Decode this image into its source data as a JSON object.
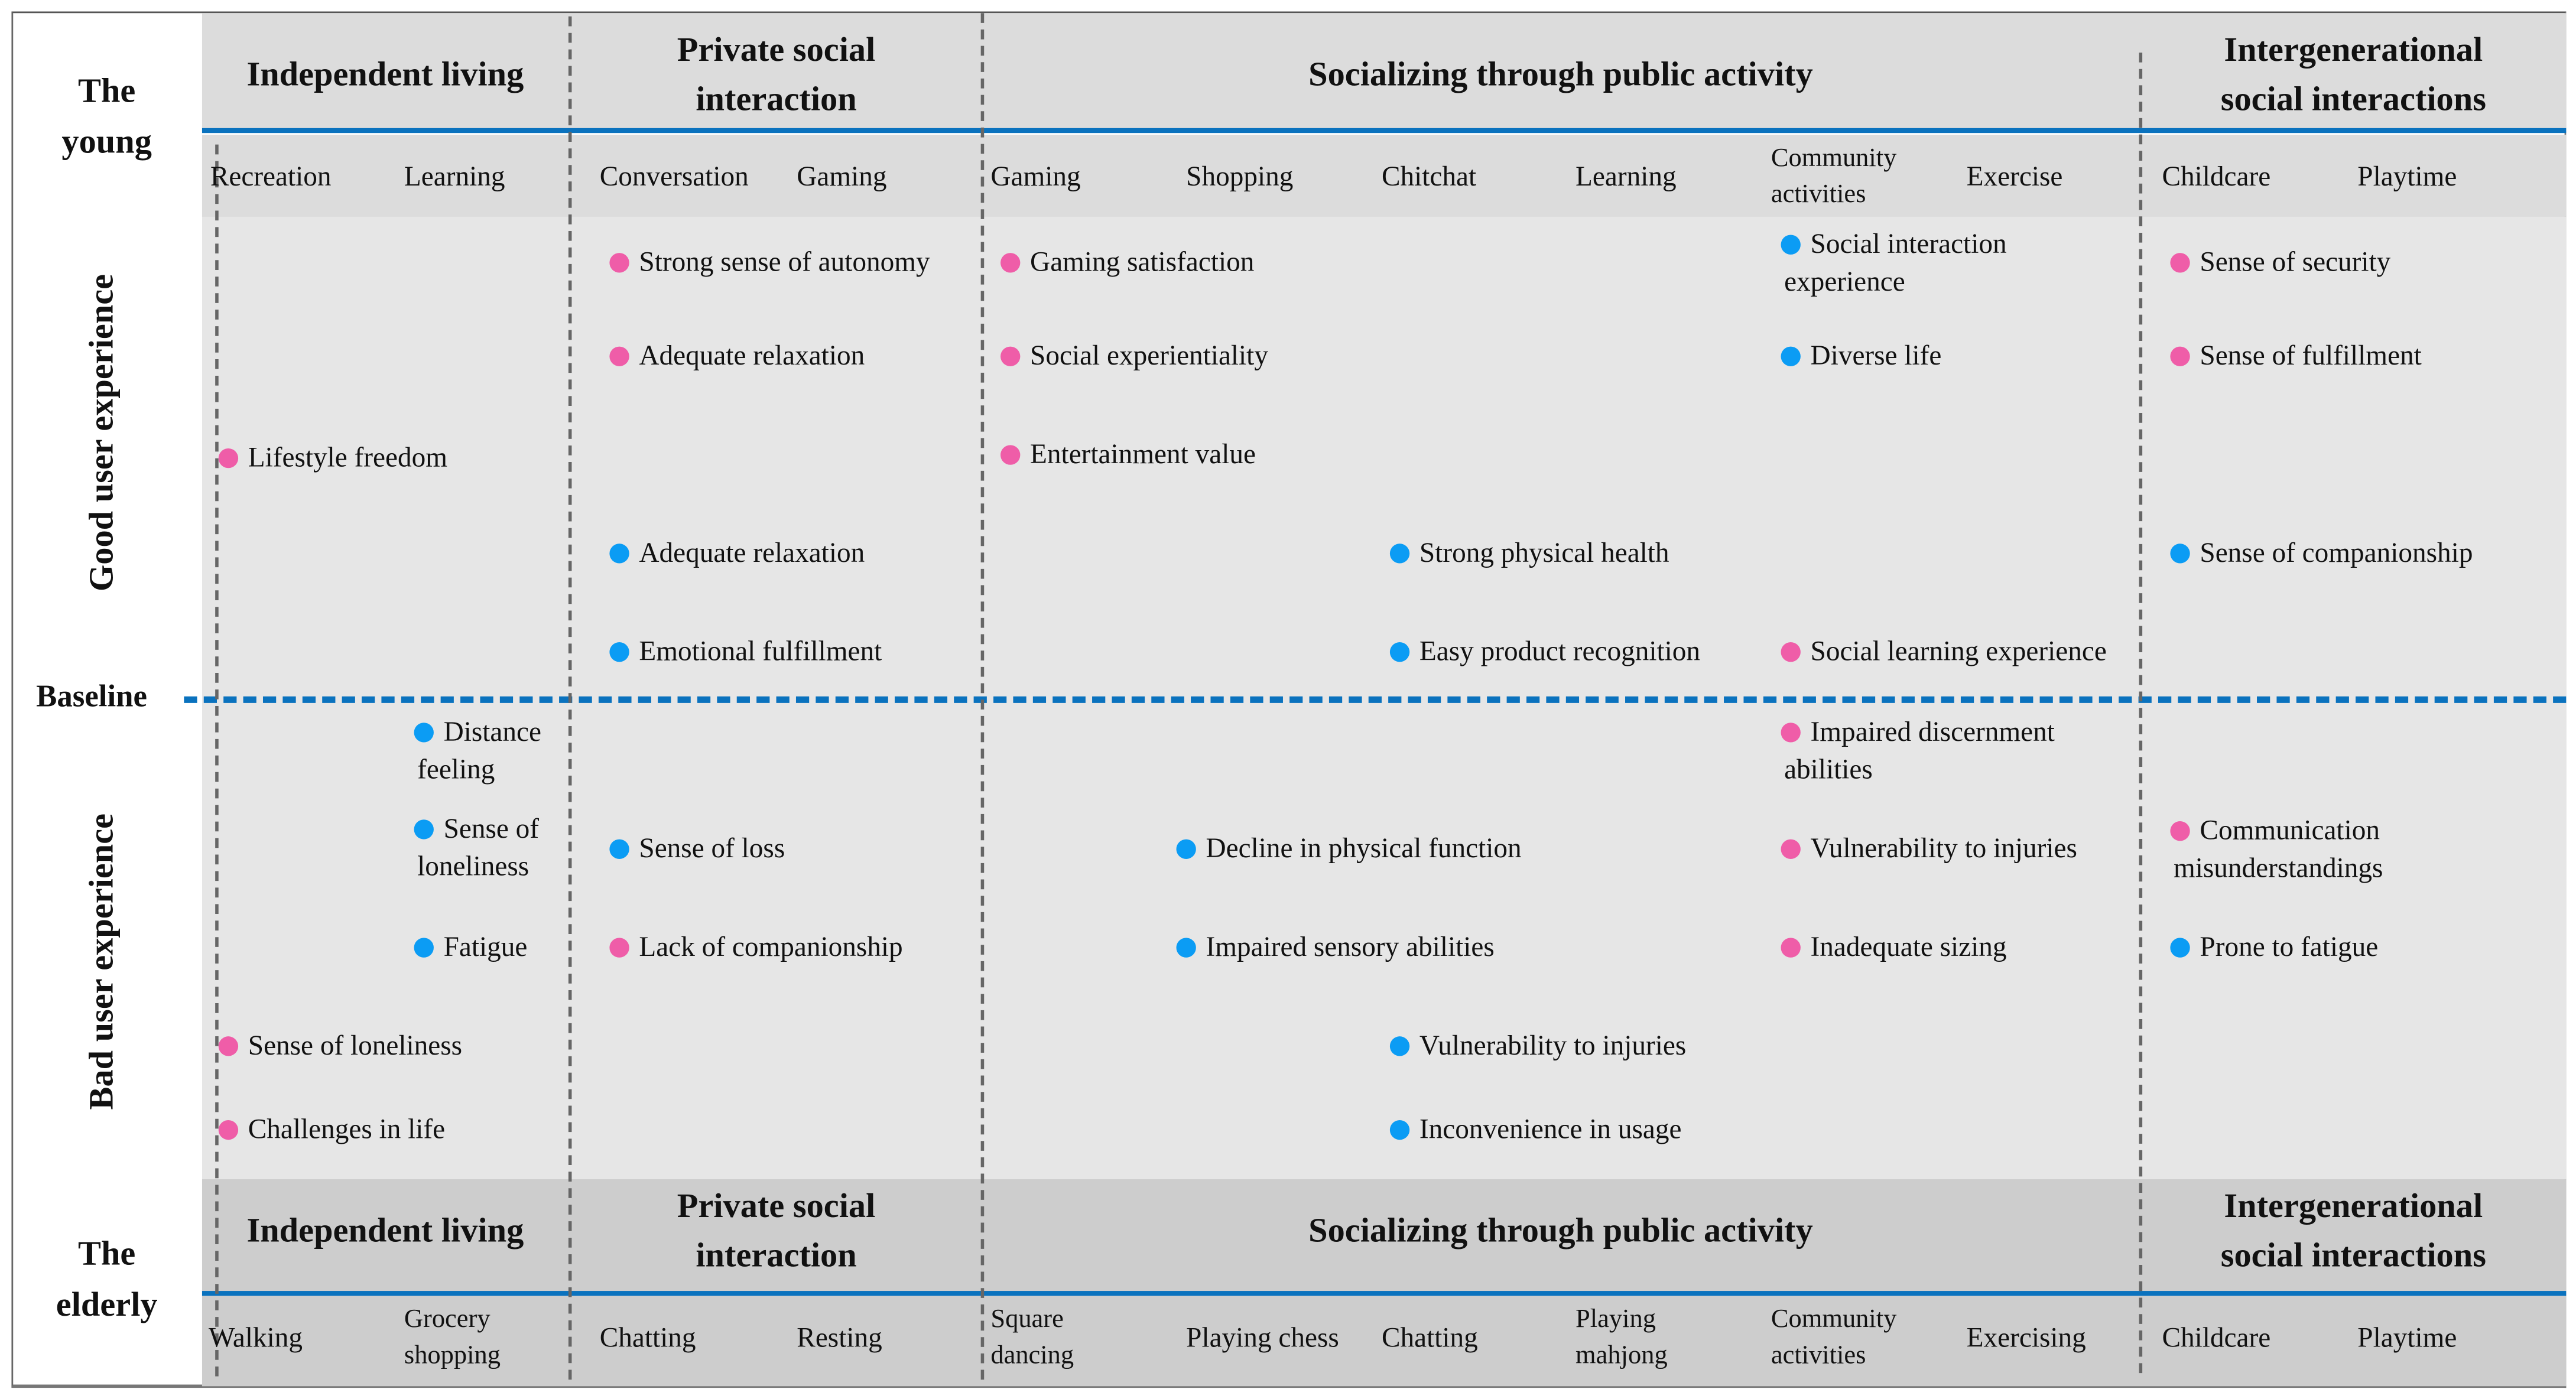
{
  "diagram": {
    "colors": {
      "pink_dot": "#ef5da8",
      "blue_dot": "#0b9cf4",
      "accent_line": "#0a72be",
      "header_band_top": "#dcdcdc",
      "body_band": "#e6e6e6",
      "header_band_bottom": "#cdcdcd"
    },
    "side": {
      "young": "The young",
      "young_line1": "The",
      "young_line2": "young",
      "good": "Good user experience",
      "baseline": "Baseline",
      "bad": "Bad user experience",
      "elderly_line1": "The",
      "elderly_line2": "elderly"
    },
    "categories": [
      {
        "title": "Independent living",
        "young_activities": [
          "Recreation",
          "Learning"
        ],
        "elderly_activities": [
          "Walking",
          "Grocery shopping"
        ]
      },
      {
        "title": "Private social interaction",
        "title_line1": "Private social",
        "title_line2": "interaction",
        "young_activities": [
          "Conversation",
          "Gaming"
        ],
        "elderly_activities": [
          "Chatting",
          "Resting"
        ]
      },
      {
        "title": "Socializing through public activity",
        "young_activities": [
          "Gaming",
          "Shopping",
          "Chitchat",
          "Learning",
          "Community activities",
          "Exercise"
        ],
        "elderly_activities": [
          "Square dancing",
          "Playing chess",
          "Chatting",
          "Playing mahjong",
          "Community activities",
          "Exercising"
        ]
      },
      {
        "title": "Intergenerational social interactions",
        "title_line1": "Intergenerational",
        "title_line2": "social interactions",
        "young_activities": [
          "Childcare",
          "Playtime"
        ],
        "elderly_activities": [
          "Childcare",
          "Playtime"
        ]
      }
    ],
    "young_sub": {
      "recreation": "Recreation",
      "learning": "Learning",
      "conversation": "Conversation",
      "gaming": "Gaming",
      "gaming2": "Gaming",
      "shopping": "Shopping",
      "chitchat": "Chitchat",
      "learning2": "Learning",
      "community_l1": "Community",
      "community_l2": "activities",
      "exercise": "Exercise",
      "childcare": "Childcare",
      "playtime": "Playtime"
    },
    "elderly_sub": {
      "walking": "Walking",
      "grocery_l1": "Grocery",
      "grocery_l2": "shopping",
      "chatting": "Chatting",
      "resting": "Resting",
      "square_l1": "Square",
      "square_l2": "dancing",
      "chess": "Playing chess",
      "chatting2": "Chatting",
      "mahjong_l1": "Playing",
      "mahjong_l2": "mahjong",
      "community_l1": "Community",
      "community_l2": "activities",
      "exercising": "Exercising",
      "childcare": "Childcare",
      "playtime": "Playtime"
    },
    "good_items": [
      {
        "text": "Lifestyle freedom",
        "color": "pink",
        "category": "Independent living"
      },
      {
        "text": "Strong sense of autonomy",
        "color": "pink",
        "category": "Private social interaction"
      },
      {
        "text": "Adequate relaxation",
        "color": "pink",
        "category": "Private social interaction"
      },
      {
        "text": "Adequate relaxation",
        "color": "blue",
        "category": "Private social interaction"
      },
      {
        "text": "Emotional fulfillment",
        "color": "blue",
        "category": "Private social interaction"
      },
      {
        "text": "Gaming satisfaction",
        "color": "pink",
        "category": "Socializing through public activity"
      },
      {
        "text": "Social experientiality",
        "color": "pink",
        "category": "Socializing through public activity"
      },
      {
        "text": "Entertainment value",
        "color": "pink",
        "category": "Socializing through public activity"
      },
      {
        "text": "Strong physical health",
        "color": "blue",
        "category": "Socializing through public activity"
      },
      {
        "text": "Easy product recognition",
        "color": "blue",
        "category": "Socializing through public activity"
      },
      {
        "text": "Social interaction experience",
        "line1": "Social interaction",
        "line2": "experience",
        "color": "blue",
        "category": "Socializing through public activity"
      },
      {
        "text": "Diverse life",
        "color": "blue",
        "category": "Socializing through public activity"
      },
      {
        "text": "Social learning experience",
        "color": "pink",
        "category": "Socializing through public activity"
      },
      {
        "text": "Sense of security",
        "color": "pink",
        "category": "Intergenerational social interactions"
      },
      {
        "text": "Sense of fulfillment",
        "color": "pink",
        "category": "Intergenerational social interactions"
      },
      {
        "text": "Sense of companionship",
        "color": "blue",
        "category": "Intergenerational social interactions"
      }
    ],
    "bad_items": [
      {
        "text": "Distance feeling",
        "line1": "Distance",
        "line2": "feeling",
        "color": "blue",
        "category": "Independent living"
      },
      {
        "text": "Sense of loneliness",
        "line1": "Sense of",
        "line2": "loneliness",
        "color": "blue",
        "category": "Independent living"
      },
      {
        "text": "Fatigue",
        "color": "blue",
        "category": "Independent living"
      },
      {
        "text": "Sense of loneliness",
        "color": "pink",
        "category": "Independent living"
      },
      {
        "text": "Challenges in life",
        "color": "pink",
        "category": "Independent living"
      },
      {
        "text": "Sense of loss",
        "color": "blue",
        "category": "Private social interaction"
      },
      {
        "text": "Lack of companionship",
        "color": "pink",
        "category": "Private social interaction"
      },
      {
        "text": "Decline in physical function",
        "color": "blue",
        "category": "Socializing through public activity"
      },
      {
        "text": "Impaired sensory abilities",
        "color": "blue",
        "category": "Socializing through public activity"
      },
      {
        "text": "Vulnerability to injuries",
        "color": "blue",
        "category": "Socializing through public activity"
      },
      {
        "text": "Inconvenience in usage",
        "color": "blue",
        "category": "Socializing through public activity"
      },
      {
        "text": "Impaired discernment abilities",
        "line1": "Impaired discernment",
        "line2": "abilities",
        "color": "pink",
        "category": "Socializing through public activity"
      },
      {
        "text": "Vulnerability to injuries",
        "color": "pink",
        "category": "Socializing through public activity"
      },
      {
        "text": "Inadequate sizing",
        "color": "pink",
        "category": "Socializing through public activity"
      },
      {
        "text": "Communication misunderstandings",
        "line1": "Communication",
        "line2": "misunderstandings",
        "color": "pink",
        "category": "Intergenerational social interactions"
      },
      {
        "text": "Prone to fatigue",
        "color": "blue",
        "category": "Intergenerational social interactions"
      }
    ]
  }
}
